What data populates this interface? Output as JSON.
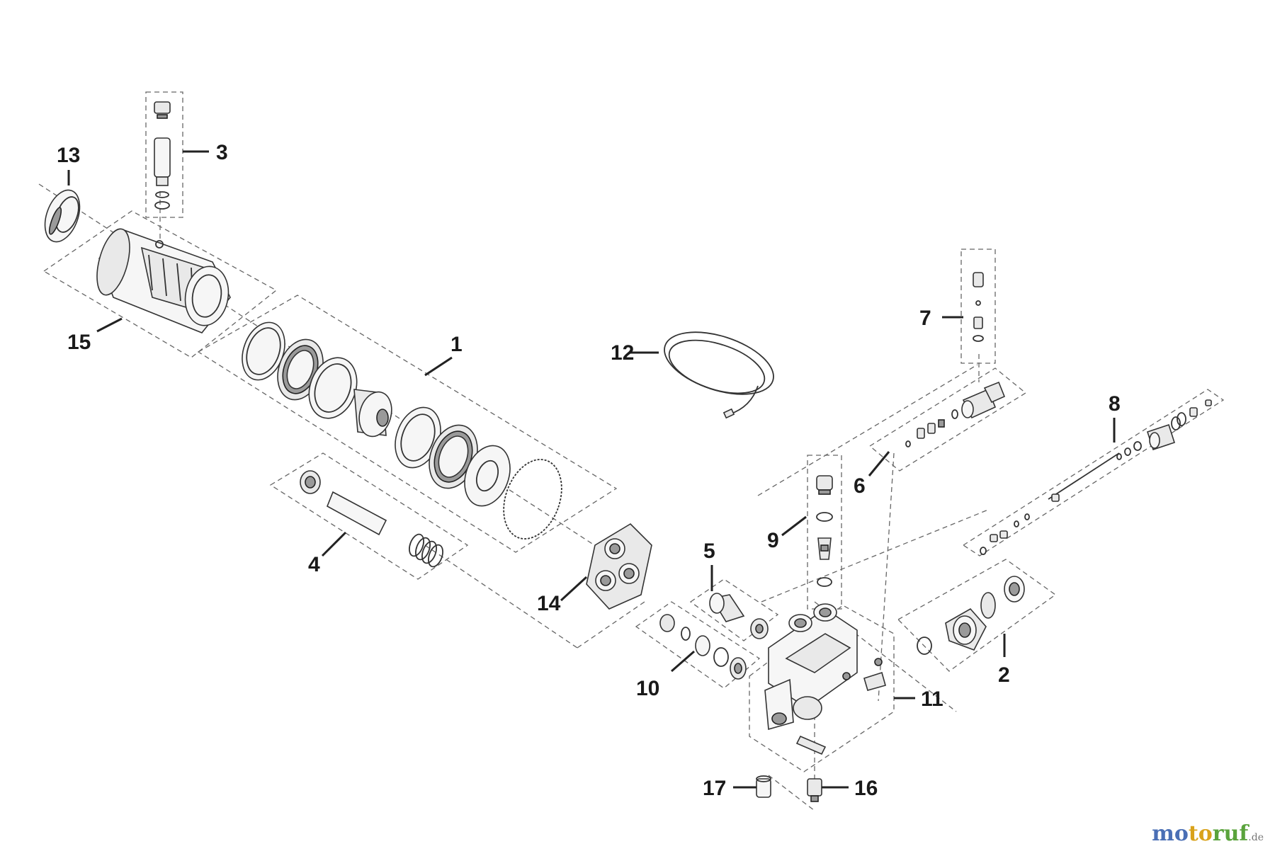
{
  "callouts": {
    "c1": "1",
    "c2": "2",
    "c3": "3",
    "c4": "4",
    "c5": "5",
    "c6": "6",
    "c7": "7",
    "c8": "8",
    "c9": "9",
    "c10": "10",
    "c11": "11",
    "c12": "12",
    "c13": "13",
    "c14": "14",
    "c15": "15",
    "c16": "16",
    "c17": "17"
  },
  "watermark": {
    "part1": "mo",
    "part2": "to",
    "part3": "ruf",
    "tld": ".de"
  },
  "colors": {
    "line": "#333333",
    "dash": "#666666",
    "label": "#1a1a1a"
  }
}
